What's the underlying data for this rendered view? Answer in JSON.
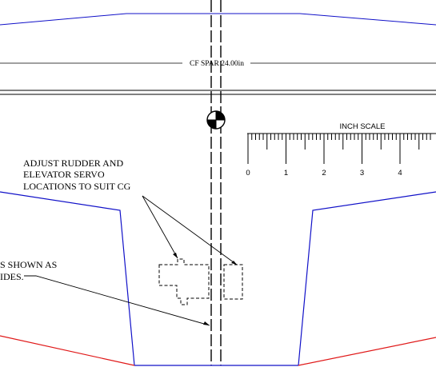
{
  "spar_label": "CF SPAR 24.00in",
  "scale": {
    "title": "INCH SCALE",
    "ticks": [
      "0",
      "1",
      "2",
      "3",
      "4"
    ]
  },
  "note_servo": {
    "line1": "ADJUST RUDDER AND",
    "line2": "ELEVATOR SERVO",
    "line3": "LOCATIONS TO SUIT CG"
  },
  "note_left": {
    "line1": "S SHOWN AS",
    "line2": "IDES."
  },
  "colors": {
    "outline_blue": "#1010c8",
    "edge_red": "#e01818",
    "ink": "#000000"
  },
  "symbols": [
    "cg-symbol"
  ]
}
